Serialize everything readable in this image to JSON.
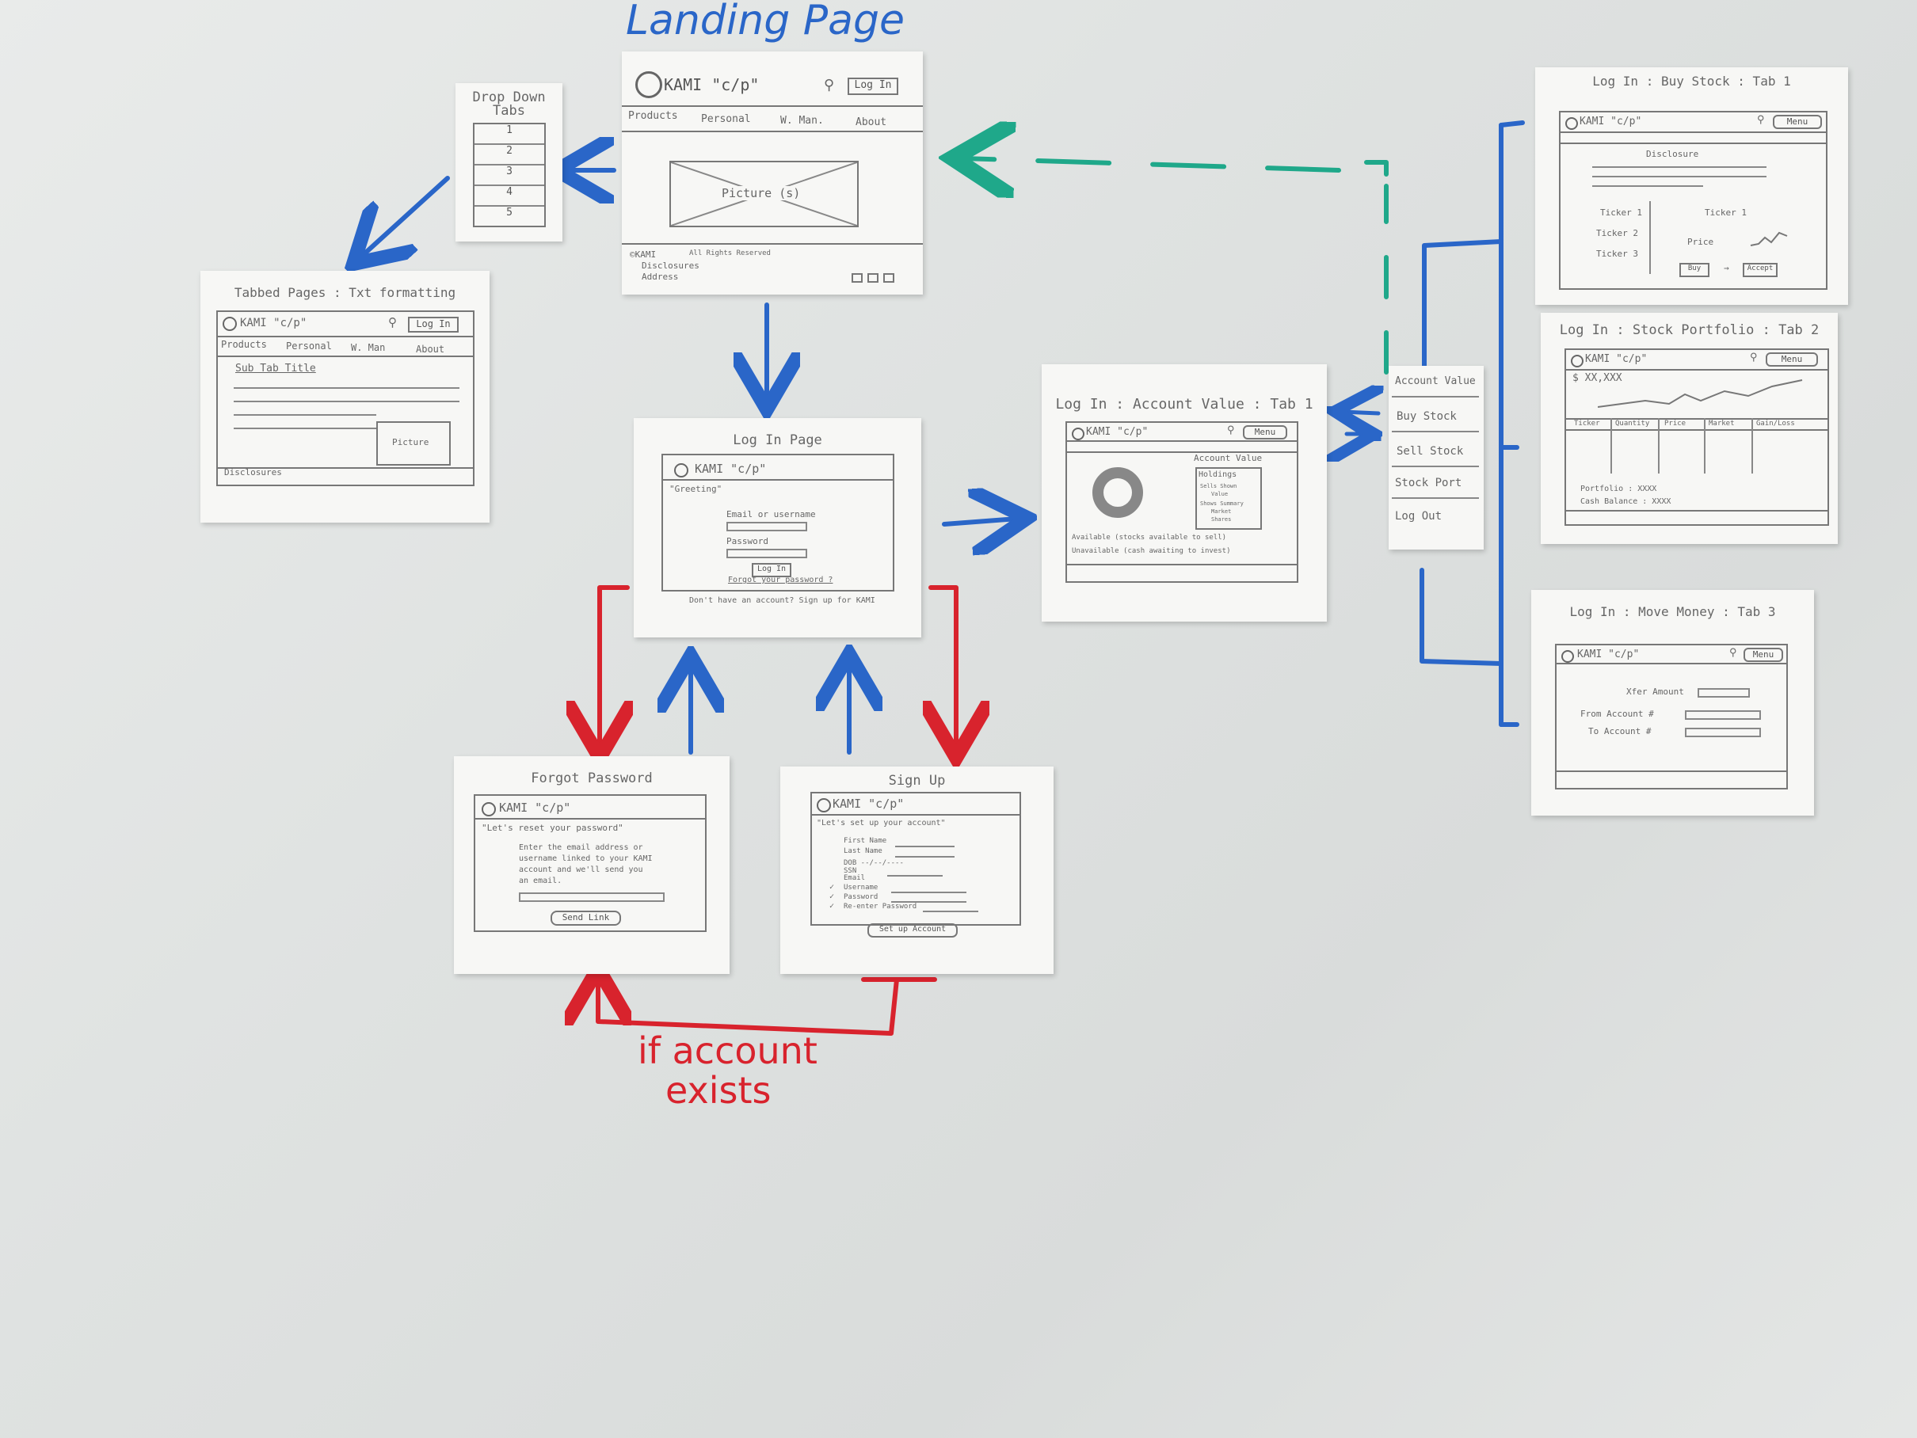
{
  "board_labels": {
    "landing_title": "Landing Page",
    "if_account_line1": "if account",
    "if_account_line2": "exists"
  },
  "colors": {
    "blue": "#2a66c8",
    "red": "#d8232d",
    "green": "#1fa88a",
    "board": "#e2e5e4"
  },
  "brand": {
    "name": "KAMI \"c/p\"",
    "menu": "Menu",
    "login": "Log In"
  },
  "landing": {
    "tabs": [
      "Products",
      "Personal",
      "W. Man.",
      "About"
    ],
    "picture": "Picture (s)",
    "footer_brand": "©KAMI",
    "footer_rights": "All Rights Reserved",
    "footer_disclosures": "Disclosures",
    "footer_address": "Address"
  },
  "dropdown": {
    "title1": "Drop Down",
    "title2": "Tabs",
    "items": [
      "1",
      "2",
      "3",
      "4",
      "5"
    ]
  },
  "tabbed": {
    "title": "Tabbed Pages : Txt formatting",
    "tabs": [
      "Products",
      "Personal",
      "W. Man",
      "About"
    ],
    "subtitle": "Sub Tab Title",
    "picture": "Picture",
    "footer": "Disclosures"
  },
  "login_page": {
    "title": "Log In Page",
    "greeting": "\"Greeting\"",
    "email_label": "Email or username",
    "password_label": "Password",
    "button": "Log In",
    "forgot": "Forgot your password ?",
    "signup": "Don't have an account? Sign up for KAMI"
  },
  "forgot": {
    "title": "Forgot Password",
    "headline": "\"Let's reset your password\"",
    "body": [
      "Enter the email address or",
      "username linked to your KAMI",
      "account and we'll send you",
      "an email."
    ],
    "button": "Send Link"
  },
  "signup": {
    "title": "Sign Up",
    "headline": "\"Let's set up your account\"",
    "fields": [
      "First Name",
      "Last Name",
      "DOB  --/--/----",
      "SSN",
      "Email",
      "Username",
      "Password",
      "Re-enter Password"
    ],
    "button": "Set up Account"
  },
  "account_value": {
    "title": "Log In : Account Value : Tab 1",
    "panel_title": "Account Value",
    "holdings_title": "Holdings",
    "holdings": [
      "Sells Shown",
      "Value",
      "Shows Summary",
      "Market",
      "Shares"
    ],
    "available": "Available (stocks available to sell)",
    "unavailable": "Unavailable (cash awaiting to invest)"
  },
  "side_menu": {
    "items": [
      "Account Value",
      "Buy Stock",
      "Sell Stock",
      "Stock Port",
      "Log Out"
    ]
  },
  "buy_stock": {
    "title": "Log In : Buy Stock : Tab 1",
    "disclosure": "Disclosure",
    "tickers": [
      "Ticker 1",
      "Ticker 2",
      "Ticker 3"
    ],
    "selected_ticker": "Ticker 1",
    "price": "Price",
    "buy": "Buy",
    "accept": "Accept"
  },
  "portfolio": {
    "title": "Log In : Stock Portfolio : Tab 2",
    "value": "$ XX,XXX",
    "columns": [
      "Ticker",
      "Quantity",
      "Price",
      "Market",
      "Gain/Loss"
    ],
    "portfolio_line": "Portfolio : XXXX",
    "cash_line": "Cash Balance : XXXX"
  },
  "move_money": {
    "title": "Log In : Move Money : Tab 3",
    "xfer": "Xfer Amount",
    "from": "From Account #",
    "to": "To Account #"
  }
}
